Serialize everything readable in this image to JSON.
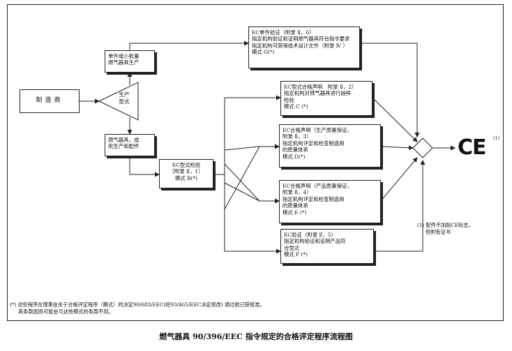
{
  "manufacturer": "制造商",
  "decision": [
    "生产",
    "型式"
  ],
  "small_batch": [
    "单件或小批量",
    "燃气器具生产"
  ],
  "series": [
    "燃气器具，成",
    "批生产和配件"
  ],
  "type_exam": [
    "EC型式检验",
    "（附录 Ⅱ，1）",
    "模式 B(*)"
  ],
  "unit_verification": [
    "EC单件验证（附录 Ⅱ，6）",
    "指定机构验证和证明燃气器具符合指令要求",
    "指定机构可获得技术设计文件（附录 Ⅳ ）",
    "模式 G(*)"
  ],
  "type_conformity": [
    "EC型式合格声明　附录 Ⅱ，2）",
    "指定机构对燃气器具进行抽样",
    "检验",
    "模式 C (*)"
  ],
  "production_qa": [
    "EC合格声明（生产质量保证，",
    "附录 Ⅱ，3）",
    "指定机构评定和检查制造商",
    "的质量体系",
    "模式 D(*)"
  ],
  "product_qa": [
    "EC合格声明（产品质量保证，",
    "附录 Ⅱ，4）",
    "指定机构评定和检查制造商",
    "的质量体系",
    "模式 E (*)"
  ],
  "verification": [
    "EC验证（附录 Ⅱ，5）",
    "指定机构验证和证明产品符",
    "合型式",
    "模式 F (*)"
  ],
  "ce_mark": "CE",
  "ce_note_ref": "(1)",
  "note1": [
    "(1) 配件不加贴CE标志，",
    "但附有证书"
  ],
  "footnote": [
    "(*) 这些程序在理事会关于合格评定程序（模式）的决定90/683/EEC(经93/465/EEC决定修改) 通过前已获批准。",
    "其条款因而可能会与这些模式的条款不同。"
  ],
  "caption": "燃气器具 90/396/EEC 指令规定的合格评定程序流程图"
}
